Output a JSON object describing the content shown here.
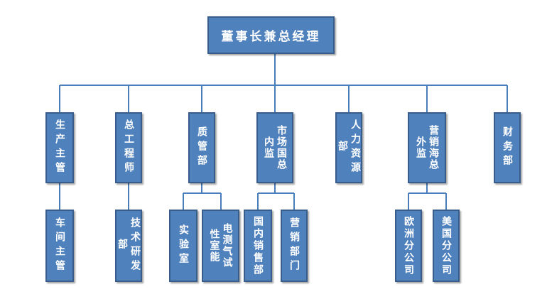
{
  "chart": {
    "root": "董事长兼总经理",
    "level1": {
      "production": "生产主管",
      "chief_engineer": "总工程师",
      "quality": "质管部",
      "domestic_market": "市场国总内监",
      "hr": "人力资源部",
      "overseas_marketing": "营销海总外监",
      "finance": "财务部"
    },
    "level2": {
      "workshop": "车间主管",
      "tech_rd": "技术研发部",
      "lab": "实验室",
      "electrical_test": "电测气试性室能",
      "domestic_sales": "国内销售部",
      "sales_dept": "营销部门",
      "europe_branch": "欧洲分公司",
      "us_branch": "美国分公司"
    }
  },
  "colors": {
    "box_fill": "#4f81bd",
    "box_border": "#385d8a",
    "line": "#4a7ebb",
    "text": "#ffffff"
  }
}
